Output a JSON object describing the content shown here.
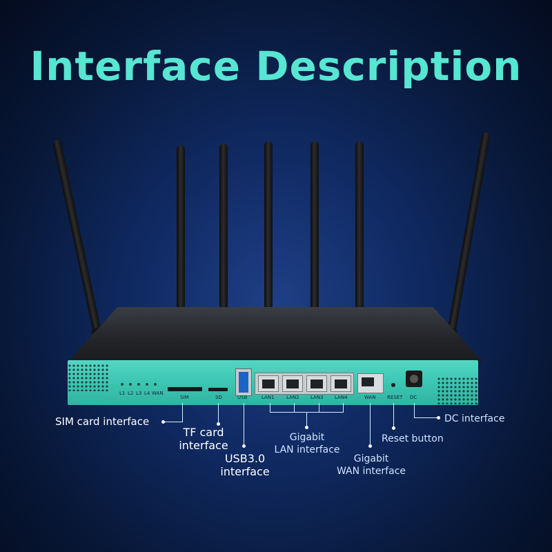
{
  "title": "Interface Description",
  "device": {
    "led_labels": [
      "L1",
      "L2",
      "L3",
      "L4",
      "WAN"
    ],
    "port_labels": {
      "sim": "SIM",
      "sd": "SD",
      "usb": "USB",
      "lan1": "LAN1",
      "lan2": "LAN2",
      "lan3": "LAN3",
      "lan4": "LAN4",
      "wan": "WAN",
      "reset": "RESET",
      "dc": "DC"
    }
  },
  "callouts": {
    "sim": "SIM card interface",
    "tf_1": "TF card",
    "tf_2": "interface",
    "usb_1": "USB3.0",
    "usb_2": "interface",
    "lan_1": "Gigabit",
    "lan_2": "LAN interface",
    "wan_1": "Gigabit",
    "wan_2": "WAN interface",
    "reset": "Reset button",
    "dc": "DC interface"
  },
  "colors": {
    "title": "#56e6d2",
    "router_front": "#43cfbc",
    "background": "#0b1e4a"
  }
}
